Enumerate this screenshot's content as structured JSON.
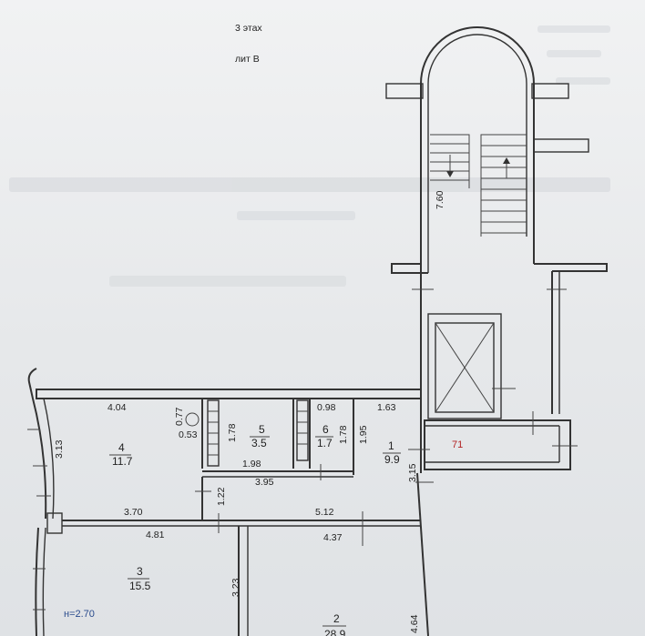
{
  "header": {
    "floors": "3 этах",
    "lit": "лит В"
  },
  "rooms": [
    {
      "num": "1",
      "area": "9.9"
    },
    {
      "num": "2",
      "area": "28.9"
    },
    {
      "num": "3",
      "area": "15.5"
    },
    {
      "num": "4",
      "area": "11.7"
    },
    {
      "num": "5",
      "area": "3.5"
    },
    {
      "num": "6",
      "area": "1.7"
    }
  ],
  "dims": {
    "d404": "4.04",
    "d077": "0.77",
    "d053": "0.53",
    "d178a": "1.78",
    "d098": "0.98",
    "d163": "1.63",
    "d178b": "1.78",
    "d195": "1.95",
    "d313": "3.13",
    "d198": "1.98",
    "d395": "3.95",
    "d122": "1.22",
    "d315": "3.15",
    "d370": "3.70",
    "d512": "5.12",
    "d481": "4.81",
    "d437": "4.37",
    "d323": "3.23",
    "d464": "4.64",
    "d760": "7.60"
  },
  "marker71": "71",
  "height_note": "н=2.70"
}
